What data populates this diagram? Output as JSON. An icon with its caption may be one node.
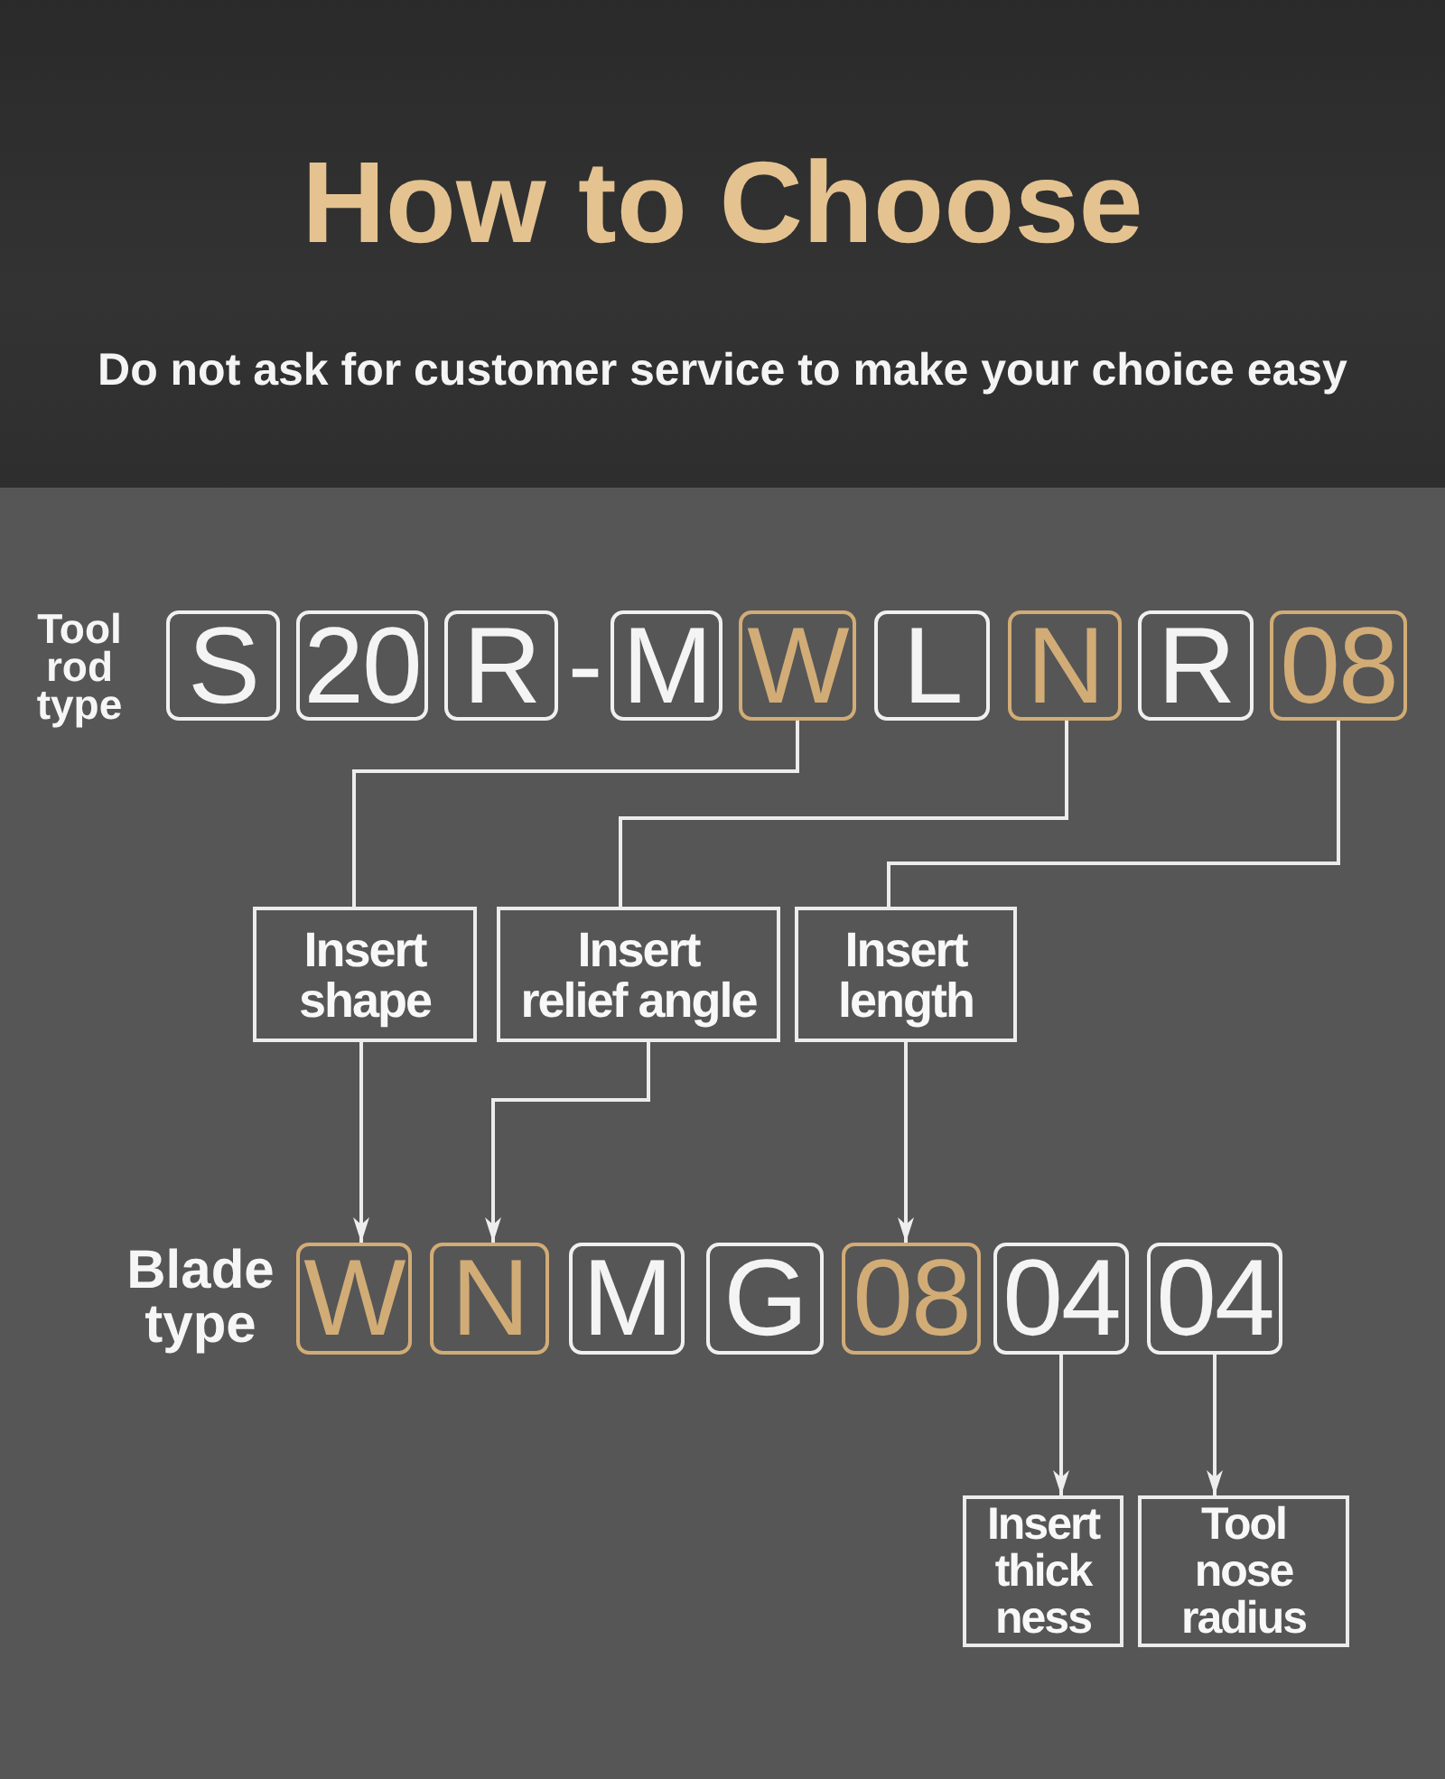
{
  "diagram": {
    "title": "How to Choose",
    "nodes": [
      {
        "text": [
          "S"
        ]
      },
      {
        "text": [
          "20"
        ]
      },
      {
        "text": [
          "R"
        ]
      },
      {
        "text": [
          "M"
        ]
      },
      {
        "text": [
          "W"
        ]
      },
      {
        "text": [
          "L"
        ]
      },
      {
        "text": [
          "N"
        ]
      },
      {
        "text": [
          "R"
        ]
      },
      {
        "text": [
          "08"
        ]
      },
      {
        "text": [
          "Insert shape"
        ]
      },
      {
        "text": [
          "Insert relief angle"
        ]
      },
      {
        "text": [
          "Insert length"
        ]
      },
      {
        "text": [
          "W"
        ]
      },
      {
        "text": [
          "N"
        ]
      },
      {
        "text": [
          "M"
        ]
      },
      {
        "text": [
          "G"
        ]
      },
      {
        "text": [
          "08"
        ]
      },
      {
        "text": [
          "04"
        ]
      },
      {
        "text": [
          "04"
        ]
      },
      {
        "text": [
          "Insert thick ness"
        ]
      },
      {
        "text": [
          "Tool nose radius"
        ]
      }
    ],
    "edges": [
      {
        "from": 4,
        "to": 9,
        "arrow": "none"
      },
      {
        "from": 6,
        "to": 10,
        "arrow": "none"
      },
      {
        "from": 8,
        "to": 11,
        "arrow": "none"
      },
      {
        "from": 9,
        "to": 12,
        "arrow": "to"
      },
      {
        "from": 10,
        "to": 13,
        "arrow": "to"
      },
      {
        "from": 11,
        "to": 16,
        "arrow": "to"
      },
      {
        "from": 17,
        "to": 19,
        "arrow": "to"
      },
      {
        "from": 18,
        "to": 20,
        "arrow": "to"
      }
    ],
    "labels": [
      "Do not ask for customer service to make your choice easy",
      "Tool rod type",
      "-",
      "Blade type"
    ]
  }
}
